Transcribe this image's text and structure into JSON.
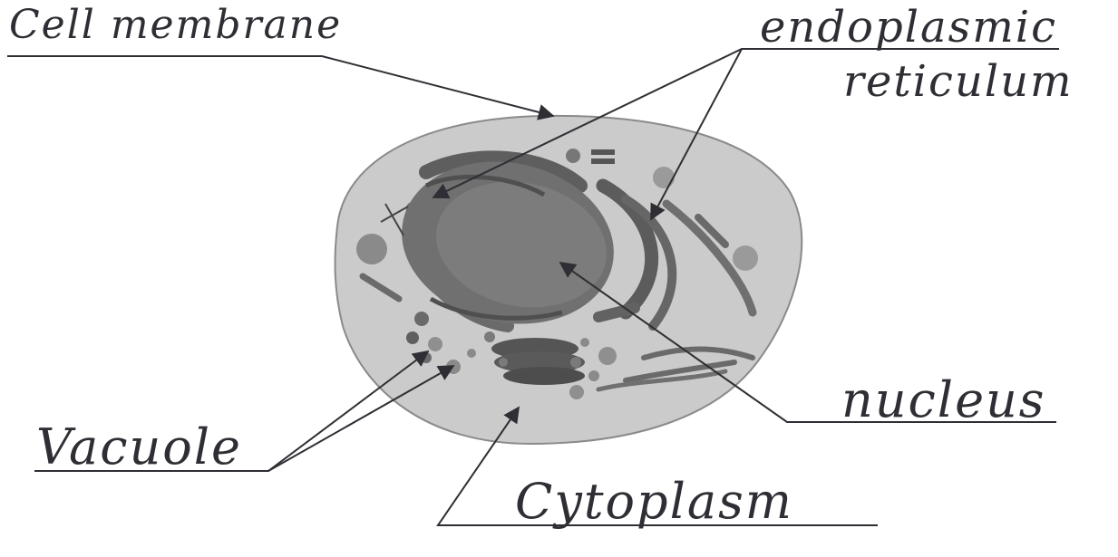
{
  "labels": {
    "cell_membrane": "Cell membrane",
    "endoplasmic_line1": "endoplasmic",
    "endoplasmic_line2": "reticulum",
    "nucleus": "nucleus",
    "vacuole": "Vacuole",
    "cytoplasm": "Cytoplasm"
  },
  "colors": {
    "ink": "#2e2e34",
    "cell_fill": "#c9c9c9",
    "nucleus_fill": "#6d6d6d",
    "organelle_fill": "#5a5a5a"
  }
}
